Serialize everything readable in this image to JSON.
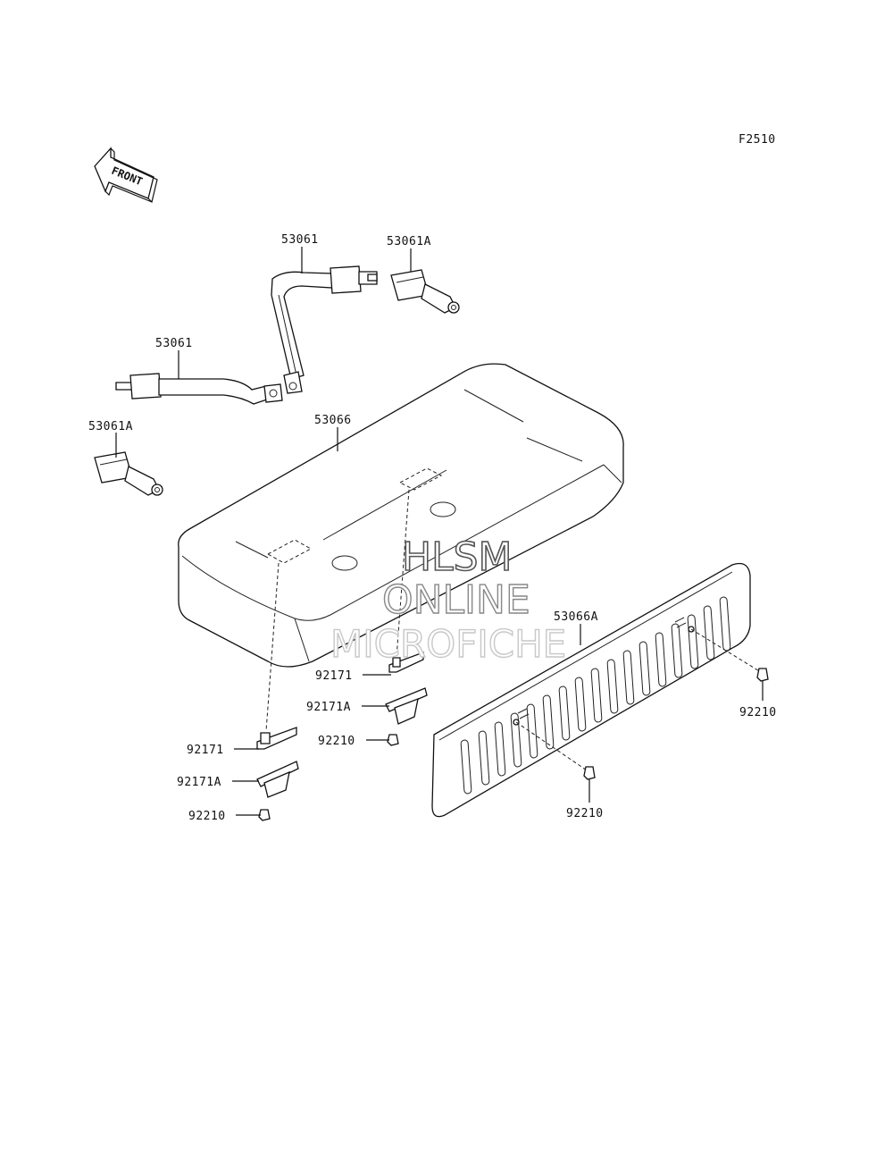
{
  "figure_code": "F2510",
  "front_arrow_label": "FRONT",
  "watermark": {
    "line1": "HLSM",
    "line2": "ONLINE",
    "line3": "MICROFICHE"
  },
  "callouts": {
    "belt_upper": "53061",
    "buckle_upper": "53061A",
    "belt_lower": "53061",
    "buckle_lower": "53061A",
    "seat": "53066",
    "seat_back": "53066A",
    "bracket_center": "92171",
    "bracket_a_center": "92171A",
    "nut_center": "92210",
    "bracket_left": "92171",
    "bracket_a_left": "92171A",
    "nut_left": "92210",
    "nut_back_right": "92210",
    "nut_back_center": "92210"
  }
}
